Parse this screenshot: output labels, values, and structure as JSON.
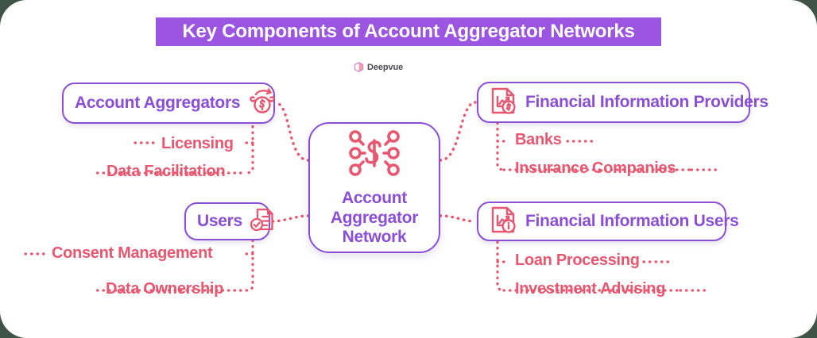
{
  "header": {
    "title": "Key Components of Account Aggregator Networks",
    "banner_color": "#9b55e0"
  },
  "brand": {
    "name": "Deepvue",
    "mark_icon": "deepvue-hexagon-logo-icon"
  },
  "center": {
    "label": "Account Aggregator Network",
    "icon": "network-dollar-nodes-icon",
    "border_color": "#8b4fd6",
    "text_color": "#8b4fd6"
  },
  "colors": {
    "purple": "#8b4fd6",
    "banner_purple": "#9b55e0",
    "pink": "#e8566f",
    "page_background": "#ffffff",
    "outer_background": "#3f5446"
  },
  "branches": [
    {
      "id": "account-aggregators",
      "label": "Account Aggregators",
      "icon": "money-circulation-dollar-icon",
      "items": [
        {
          "label": "Licensing"
        },
        {
          "label": "Data Facilitation"
        }
      ]
    },
    {
      "id": "users",
      "label": "Users",
      "icon": "document-checkmark-icon",
      "items": [
        {
          "label": "Consent Management"
        },
        {
          "label": "Data Ownership"
        }
      ]
    },
    {
      "id": "financial-information-providers",
      "label": "Financial Information Providers",
      "icon": "document-chart-dollar-icon",
      "items": [
        {
          "label": "Banks"
        },
        {
          "label": "Insurance Companies"
        }
      ]
    },
    {
      "id": "financial-information-users",
      "label": "Financial Information Users",
      "icon": "document-chart-info-icon",
      "items": [
        {
          "label": "Loan Processing"
        },
        {
          "label": "Investment Advising"
        }
      ]
    }
  ]
}
